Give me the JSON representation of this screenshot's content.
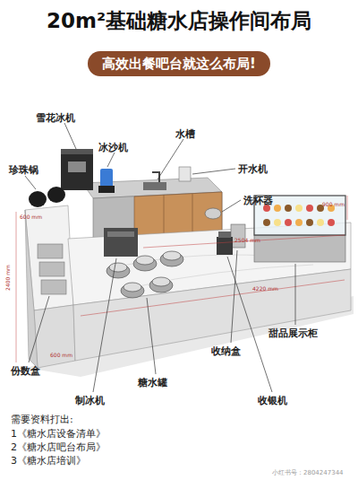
{
  "diagram": {
    "title": "20m²基础糖水店操作间布局",
    "nodes": [
      {
        "text": [
          "高效出餐吧台就这么布局!"
        ]
      }
    ],
    "labels": [
      "雪花冰机",
      "冰沙机",
      "水槽",
      "珍珠锅",
      "开水机",
      "洗杯器",
      "份数盒",
      "甜品展示柜",
      "收纳盒",
      "制冰机",
      "糖水罐",
      "收银机",
      "600 mm",
      "2400 mm",
      "2504 mm",
      "4220 mm",
      "900 mm",
      "600 mm",
      "需要资料打出:",
      "1《糖水店设备清单》",
      "2《糖水店吧台布局》",
      "3《糖水店培训》",
      "小红书号：2804247344"
    ]
  }
}
